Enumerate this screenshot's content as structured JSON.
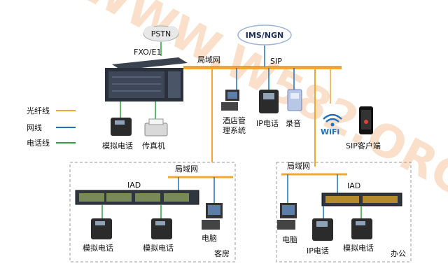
{
  "diagram": {
    "cloud_pstn": "PSTN",
    "cloud_ims": "IMS/NGN",
    "pbx_label": "FXO/E1",
    "lan_top": "局域网",
    "sip_label": "SIP",
    "legend": [
      {
        "label": "光纤线",
        "color": "#f0a830"
      },
      {
        "label": "网线",
        "color": "#1e73be"
      },
      {
        "label": "电话线",
        "color": "#2ea043"
      }
    ],
    "top_devices": {
      "analog_phone": "模拟电话",
      "fax": "传真机",
      "hotel_system_line1": "酒店管",
      "hotel_system_line2": "理系统",
      "ip_phone": "IP电话",
      "recording": "录音",
      "wifi": "WiFi",
      "sip_client": "SIP客户端"
    },
    "guest_room": {
      "lan": "局域网",
      "iad": "IAD",
      "phone1": "模拟电话",
      "phone2": "模拟电话",
      "pc": "电脑",
      "area": "客房"
    },
    "office": {
      "lan": "局域网",
      "iad": "IAD",
      "pc": "电脑",
      "ip_phone": "IP电话",
      "phone": "模拟电话",
      "area": "办公"
    },
    "watermark": "WWW.W582.ORG"
  }
}
